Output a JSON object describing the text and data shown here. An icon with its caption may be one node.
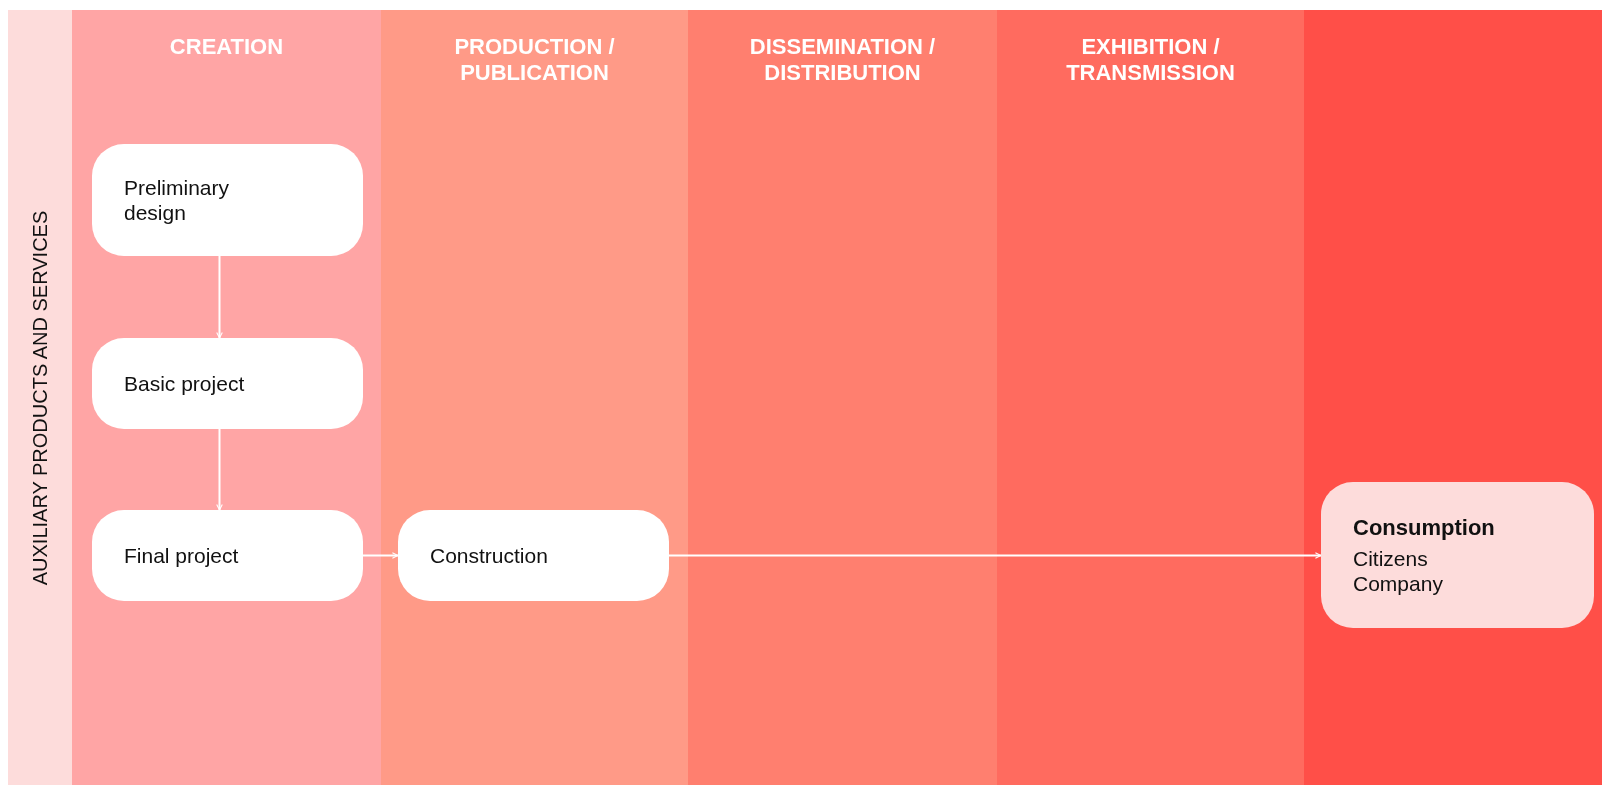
{
  "diagram": {
    "nodes": [
      {
        "text": [
          "Preliminary design"
        ]
      },
      {
        "text": [
          "Basic project"
        ]
      },
      {
        "text": [
          "Final project"
        ]
      },
      {
        "text": [
          "Construction"
        ]
      },
      {
        "text": [
          "Consumption",
          "Citizens",
          "Company"
        ]
      }
    ],
    "edges": [
      {
        "from": 0,
        "to": 1,
        "arrow": "to"
      },
      {
        "from": 1,
        "to": 2,
        "arrow": "to"
      },
      {
        "from": 2,
        "to": 3,
        "arrow": "to"
      },
      {
        "from": 3,
        "to": 4,
        "arrow": "to"
      }
    ],
    "labels": [
      "CREATION",
      "PRODUCTION / PUBLICATION",
      "DISSEMINATION / DISTRIBUTION",
      "EXHIBITION / TRANSMISSION",
      "AUXILIARY PRODUCTS AND SERVICES"
    ]
  }
}
